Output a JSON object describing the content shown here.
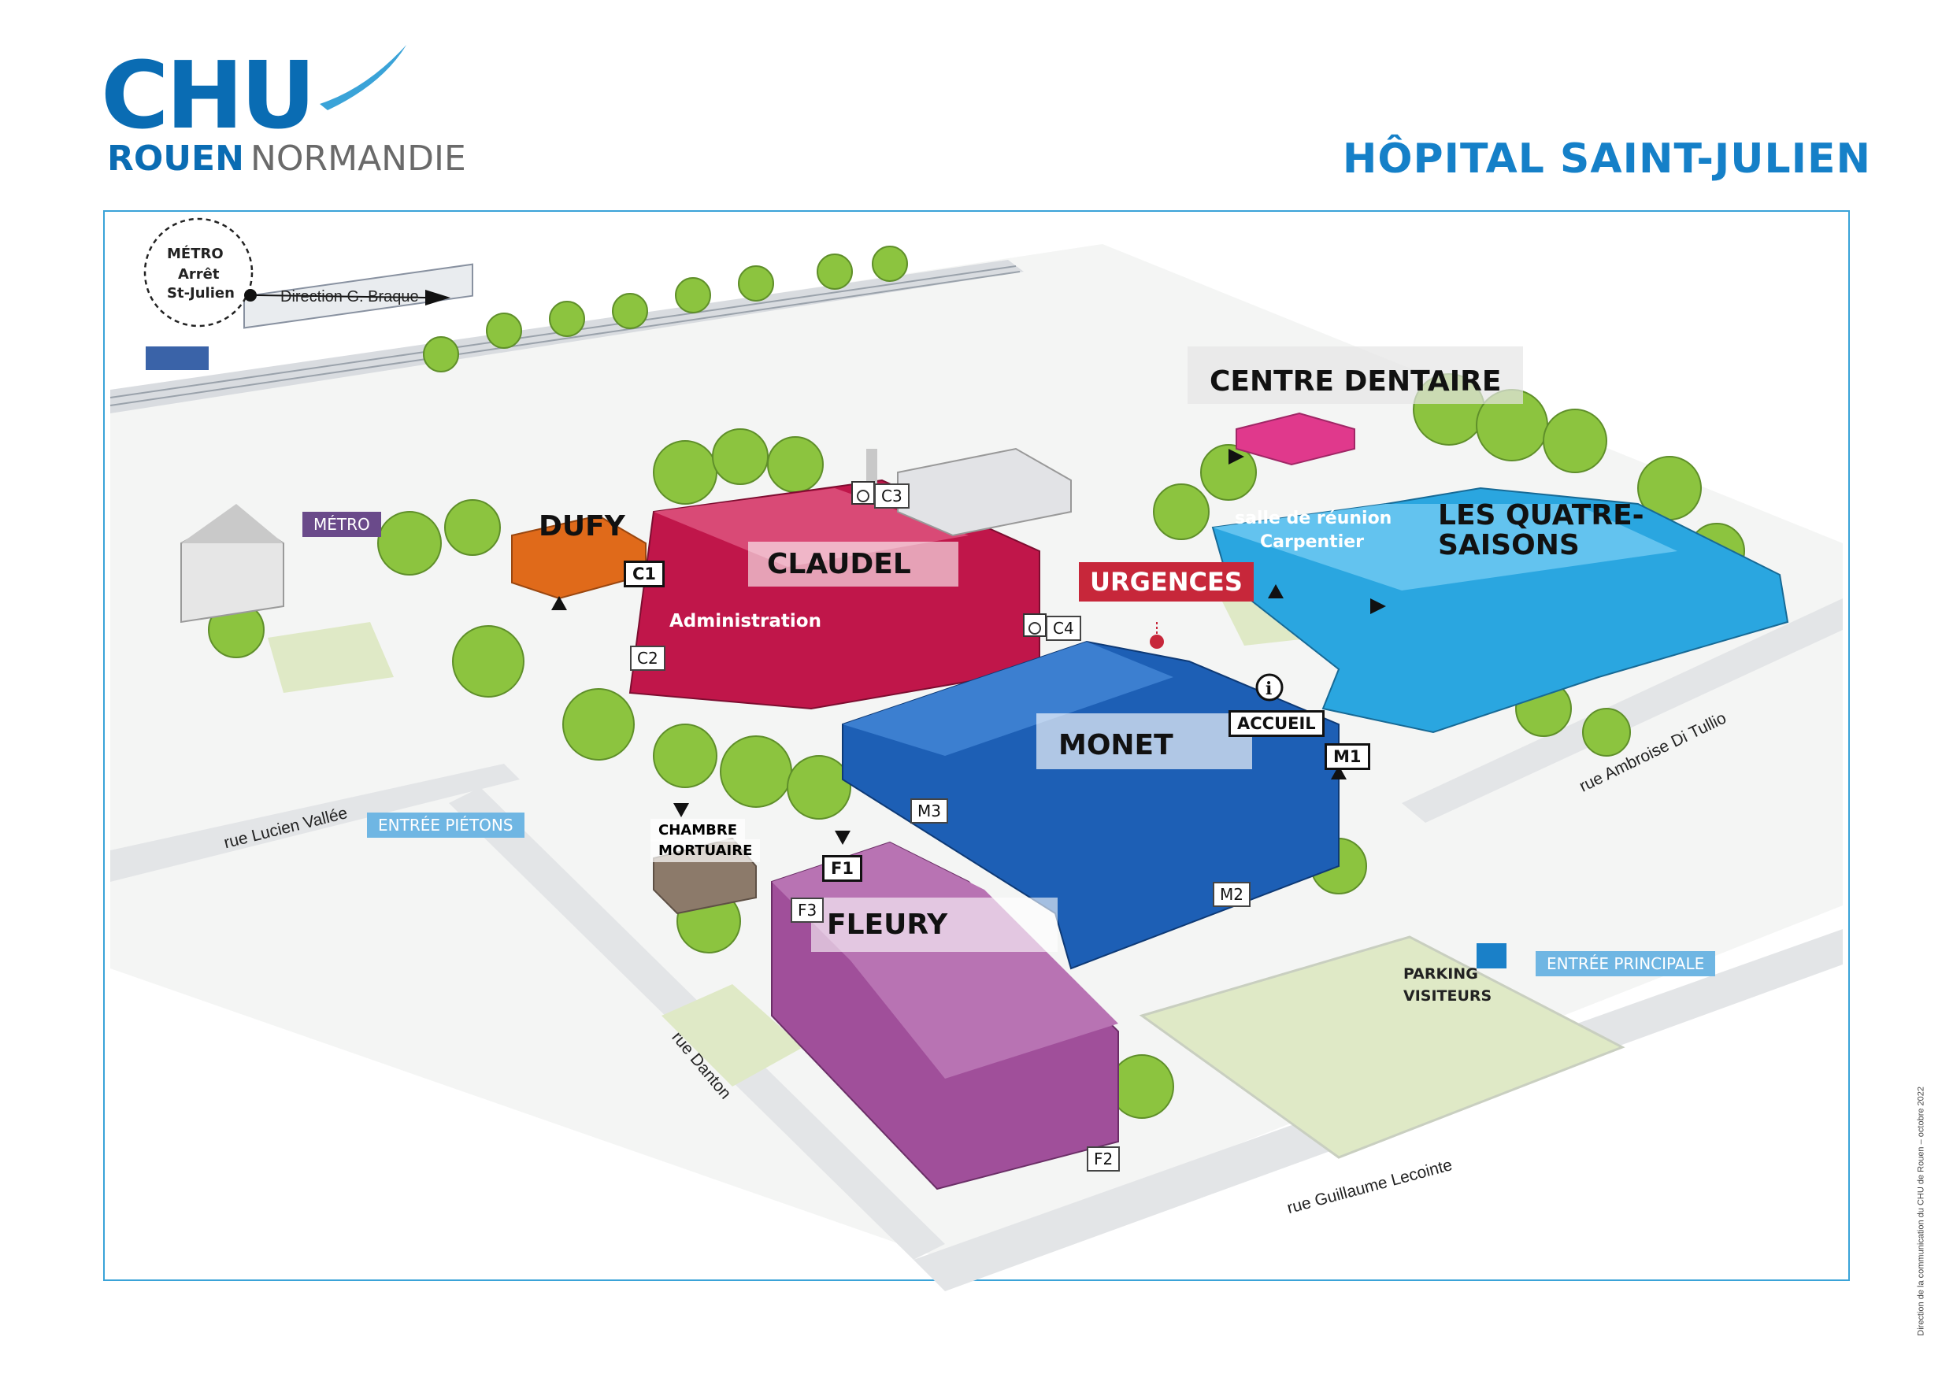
{
  "header": {
    "logo_text": "CHU",
    "logo_city": "ROUEN",
    "logo_region": "NORMANDIE",
    "site_title": "HÔPITAL SAINT-JULIEN"
  },
  "metro": {
    "circle_title": "MÉTRO",
    "circle_stop": "Arrêt",
    "circle_name": "St-Julien",
    "direction": "Direction G. Braque",
    "flag_label": "MÉTRO"
  },
  "buildings": {
    "dufy": "DUFY",
    "claudel": "CLAUDEL",
    "administration": "Administration",
    "urgences": "URGENCES",
    "centre_dentaire": "CENTRE DENTAIRE",
    "salle_line1": "salle de réunion",
    "salle_line2": "Carpentier",
    "quatre_line1": "LES QUATRE-",
    "quatre_line2": "SAISONS",
    "monet": "MONET",
    "accueil": "ACCUEIL",
    "fleury": "FLEURY",
    "chambre_line1": "CHAMBRE",
    "chambre_line2": "MORTUAIRE"
  },
  "entrances": {
    "c1": "C1",
    "c2": "C2",
    "c3": "C3",
    "c4": "C4",
    "m1": "M1",
    "m2": "M2",
    "m3": "M3",
    "f1": "F1",
    "f2": "F2",
    "f3": "F3"
  },
  "access": {
    "pietons": "ENTRÉE PIÉTONS",
    "principale": "ENTRÉE PRINCIPALE",
    "parking_line1": "PARKING",
    "parking_line2": "VISITEURS"
  },
  "streets": {
    "lucien": "rue Lucien Vallée",
    "danton": "rue Danton",
    "lecointe": "rue Guillaume Lecointe",
    "tullio": "rue Ambroise Di Tullio"
  },
  "credit": "Direction de la communication du CHU de Rouen – octobre 2022",
  "colors": {
    "brand": "#0a6cb3",
    "frame": "#3aa3d8",
    "claudel": "#c0164a",
    "dufy": "#e06a1a",
    "monet": "#1d5fb5",
    "quatre_saisons": "#2aa6e0",
    "fleury": "#a04f9a",
    "dentaire": "#e0398c",
    "urgences": "#c7273a",
    "metro_flag": "#6a4a8a",
    "entrance_flag": "#6fb6e3"
  }
}
